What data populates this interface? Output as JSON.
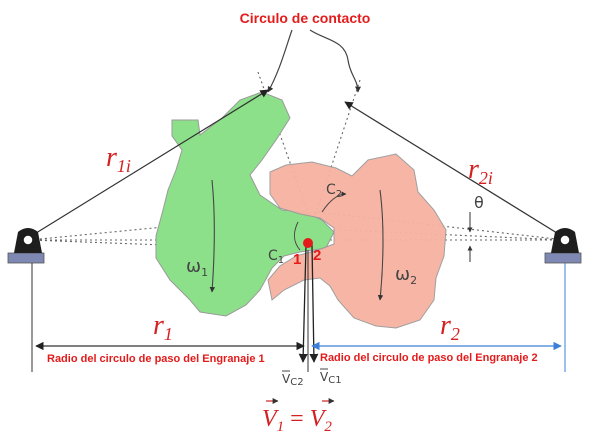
{
  "title": "Circulo de contacto",
  "labels": {
    "r1i_base": "r",
    "r1i_sub": "1i",
    "r2i_base": "r",
    "r2i_sub": "2i",
    "r1_base": "r",
    "r1_sub": "1",
    "r2_base": "r",
    "r2_sub": "2",
    "theta": "θ",
    "omega1": "ω",
    "omega1_sub": "1",
    "omega2": "ω",
    "omega2_sub": "2",
    "c1": "C",
    "c1_sub": "1",
    "c2": "C",
    "c2_sub": "2",
    "point1": "1",
    "point2": "2",
    "vc2": "V",
    "vc2_sub": "C2",
    "vc1": "V",
    "vc1_sub": "C1"
  },
  "radius_labels": {
    "gear1": "Radio del circulo de paso del Engranaje 1",
    "gear2": "Radio del circulo de paso del Engranaje 2"
  },
  "equation": {
    "left": "V",
    "left_sub": "1",
    "equals": "=",
    "right": "V",
    "right_sub": "2"
  },
  "colors": {
    "gear1_fill": "#8de08a",
    "gear2_fill": "#f7b3a1",
    "accent_red": "#e41b1b",
    "arrow_blue": "#3b7fd9",
    "line_gray": "#555555"
  }
}
